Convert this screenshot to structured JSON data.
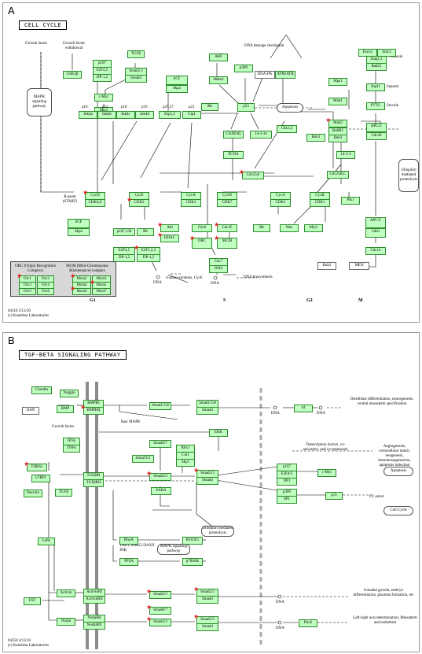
{
  "panelA": {
    "label": "A",
    "title": "CELL CYCLE",
    "footer": [
      "04110 5/13/10",
      "(c) Kanehisa Laboratories"
    ],
    "phases": [
      "G1",
      "S",
      "G2",
      "M"
    ],
    "texts": {
      "growth_factor": "Growth factor",
      "gf_withdrawal": "Growth factor withdrawal",
      "mapk": "MAPK signaling pathway",
      "dna_damage": "DNA damage checkpoint",
      "rpoint": "R-point (START)",
      "cohesin": "Cohesin",
      "separin": "Separin",
      "securin": "Securin",
      "ubiquitin": "Ubiquitin mediated proteolysis",
      "apoptosis": "Apoptosis",
      "sphase": "S-phase proteins, CycE",
      "dna1": "DNA",
      "dna2": "DNA",
      "dna_bio": "DNA biosynthesis",
      "orc_title": "ORC (Origin Recognition Complex)",
      "mcm_title": "MCM (Mini-Chromosome Maintenance) complex"
    },
    "genes": {
      "gsk3b": "GSK3β",
      "p107a": "p107",
      "e2f45a": "E2F4,5",
      "dp12a": "DP-1,2",
      "tgfb": "TGFβ",
      "smad23": "Smad2,3",
      "smad4": "Smad4",
      "cmyc": "c-Myc",
      "miz1": "Miz1",
      "p16": "Ink4a",
      "p15": "Ink4b",
      "p18": "Ink4c",
      "p19": "Ink4d",
      "scf": "SCF",
      "skp2a": "Skp2",
      "kip12": "Kip1,2",
      "cip1": "Cip1",
      "arf": "ARF",
      "mdm2": "Mdm2",
      "rb0": "Rb",
      "p300": "p300",
      "dnapk": "DNA-PK",
      "atmatr": "ATM/ATR",
      "p53": "p53",
      "gadd45": "GADD45",
      "f1433s": "14-3-3σ",
      "chk12": "Chk1,2",
      "pcna": "PCNA",
      "cdc25a": "Cdc25A",
      "esco1": "Esco1",
      "smc3": "Smc3",
      "stag12": "Stag1,2",
      "rad21": "Rad21",
      "espl1": "Espl1",
      "pttg": "PTTG",
      "mps1": "Mps1",
      "mad1": "Mad1",
      "mad2": "Mad2",
      "bub1": "Bub1",
      "bubr1": "BubR1",
      "bub3": "Bub3",
      "apcc1": "APC/C",
      "cdc20": "Cdc20",
      "f1433": "14-3-3",
      "cdc25bc": "Cdc25B,C",
      "cycd": "CycD",
      "cdk46": "CDK4,6",
      "cyce1": "CycE",
      "cdk2a": "CDK2",
      "cyca1": "CycA",
      "cdk2b": "CDK2",
      "cych": "CycH",
      "cdk7": "CDK7",
      "cyca2": "CycA",
      "cdk1a": "CDK1",
      "cycb": "CycB",
      "cdk1b": "CDK1",
      "plk1": "Plk1",
      "scf2": "SCF",
      "skp2b": "Skp2",
      "p107b": "p107,130",
      "rb1": "Rb",
      "abl": "Abl",
      "hdac": "HDAC",
      "e2f45b": "E2F4,5",
      "dp12b": "DP-1,2",
      "e2f123": "E2F1,2,3",
      "dp12c": "DP-1,2",
      "cdc6": "Cdc6",
      "cdc45": "Cdc45",
      "orc": "ORC",
      "mcm": "MCM",
      "cdc7": "Cdc7",
      "dbf4": "Dbf4",
      "rb2": "Rb",
      "wee": "Wee",
      "myt1": "Myt1",
      "apcc2": "APC/C",
      "cdh1": "Cdh1",
      "cdc14": "Cdc14",
      "bub2": "Bub2",
      "men": "MEN",
      "orc1": "Orc1",
      "orc2": "Orc2",
      "orc3": "Orc3",
      "orc4": "Orc4",
      "orc5": "Orc5",
      "orc6": "Orc6",
      "mcm2": "Mcm2",
      "mcm3": "Mcm3",
      "mcm4": "Mcm4",
      "mcm5": "Mcm5",
      "mcm6": "Mcm6",
      "mcm7": "Mcm7"
    },
    "ubq_box": "Ubiquitin mediated proteolysis"
  },
  "panelB": {
    "label": "B",
    "title": "TGF-BETA SIGNALING PATHWAY",
    "footer": [
      "04350 4/13/10",
      "(c) Kanehisa Laboratories"
    ],
    "texts": {
      "growth_factor": "Growth factor",
      "ras_mapk": "Ras/ MAPK",
      "tak": "TAK1, MKK3 DAXX JNK",
      "dna": "DNA",
      "out1": "Osteoblast differentiation, neurogenesis, ventral mesoderm specification",
      "out2": "Angiogenesis, extracellular matrix neogenesis, immunosuppression, apoptosis induction",
      "out3": "Transcription factors, co-activators, and co-repressors",
      "out4": "G1 arrest",
      "out5": "Gonadal growth, embryo differentiation, placenta formation, etc",
      "out6": "Left-right axis determination, Mesoderm and endoderm"
    },
    "boxes": {
      "ubq": "Ubiquitin mediated proteolysis",
      "mapk": "MAPK signaling pathway",
      "apoptosis": "Apoptosis",
      "cellcycle": "Cell Cycle"
    },
    "genes": {
      "chordin": "Chordin",
      "noggin": "Noggin",
      "dan": "DAN",
      "bmp": "BMP",
      "bmpr1": "BMPRI",
      "bmpr2": "BMPRII",
      "smad158a": "Smad1/5/8",
      "smad158b": "Smad1/5/8",
      "smad4a": "Smad4",
      "erk": "ERK",
      "ifng": "IFNγ",
      "tnfa": "TNFα",
      "smad67a": "Smad6/7",
      "smurf": "Smurf1/2",
      "thbs1": "THBS1",
      "ltbp1": "LTBP1",
      "decorin": "Decorin",
      "tgfb": "TGFβ",
      "tgfbr1": "TGFβRI",
      "tgfbr2": "TGFβRII",
      "smad23a": "Smad2/3",
      "rbx1": "Rbx1",
      "cul1": "Cul1",
      "skp1": "Skp1",
      "sara": "SARA",
      "smad23b": "Smad2/3",
      "smad4b": "Smad4",
      "p107": "p107",
      "e2f45": "E2F4/5",
      "dp1": "DP1",
      "cmyc": "c-Myc",
      "p300": "p300",
      "sp1": "SP1",
      "p15": "p15",
      "id": "Id",
      "rhoa": "RhoA",
      "rock1": "ROCK1",
      "pp2a": "PP2A",
      "p70s6k": "p70S6K",
      "lefty": "Lefty",
      "pitx2": "Pitx2",
      "activin": "Activin",
      "actr1": "ActivinRI",
      "actr2": "ActivinRII",
      "smad23c": "Smad2/3",
      "smad23d": "Smad2/3",
      "smad4c": "Smad4",
      "fst": "FST",
      "nodal": "Nodal",
      "nodr1": "NodalRI",
      "nodr2": "NodalRII",
      "smad67b": "Smad6/7",
      "smad23e": "Smad2/3",
      "smad23f": "Smad2/3",
      "smad4d": "Smad4"
    }
  }
}
